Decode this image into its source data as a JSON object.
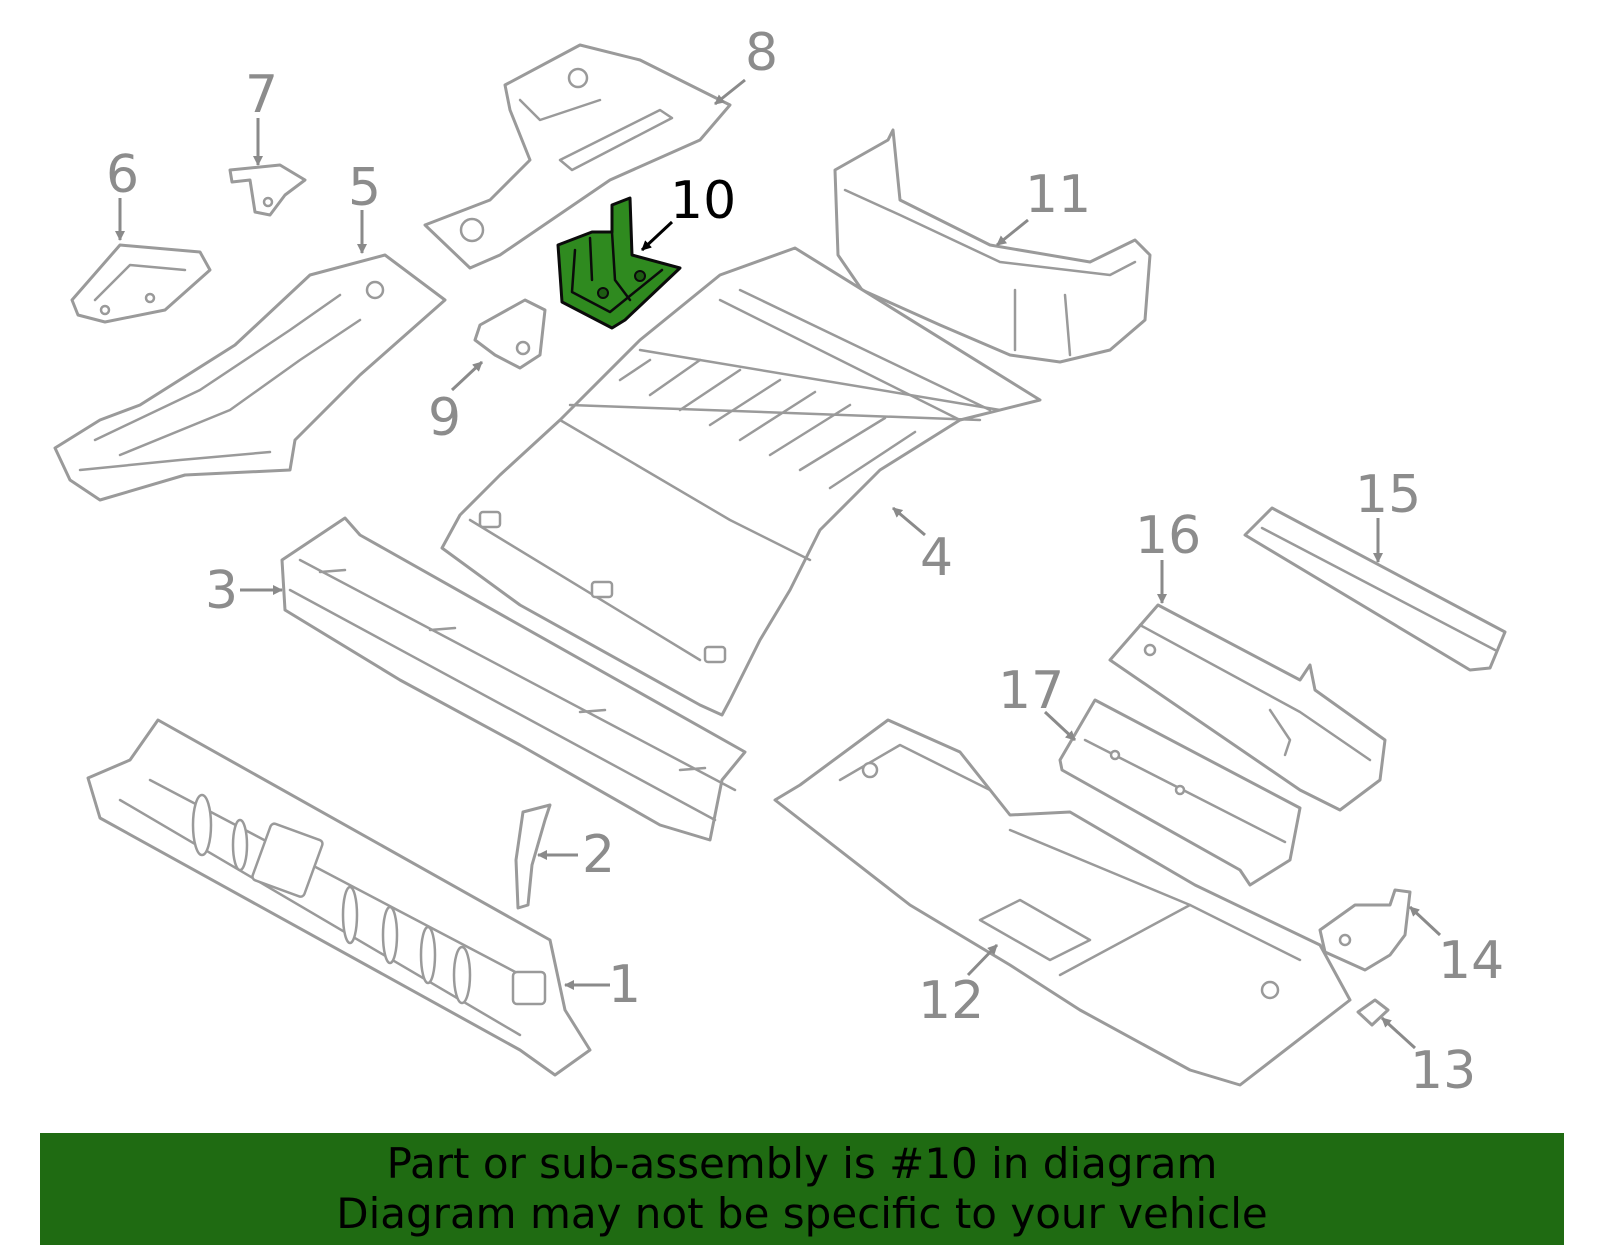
{
  "diagram": {
    "highlight_color": "#2f8a1f",
    "callouts": [
      {
        "id": "1",
        "label": "1"
      },
      {
        "id": "2",
        "label": "2"
      },
      {
        "id": "3",
        "label": "3"
      },
      {
        "id": "4",
        "label": "4"
      },
      {
        "id": "5",
        "label": "5"
      },
      {
        "id": "6",
        "label": "6"
      },
      {
        "id": "7",
        "label": "7"
      },
      {
        "id": "8",
        "label": "8"
      },
      {
        "id": "9",
        "label": "9"
      },
      {
        "id": "10",
        "label": "10",
        "highlighted": true
      },
      {
        "id": "11",
        "label": "11"
      },
      {
        "id": "12",
        "label": "12"
      },
      {
        "id": "13",
        "label": "13"
      },
      {
        "id": "14",
        "label": "14"
      },
      {
        "id": "15",
        "label": "15"
      },
      {
        "id": "16",
        "label": "16"
      },
      {
        "id": "17",
        "label": "17"
      }
    ]
  },
  "banner": {
    "background": "#1f6b12",
    "line1": "Part or sub-assembly is #10 in diagram",
    "line2": "Diagram may not be specific to your vehicle"
  }
}
